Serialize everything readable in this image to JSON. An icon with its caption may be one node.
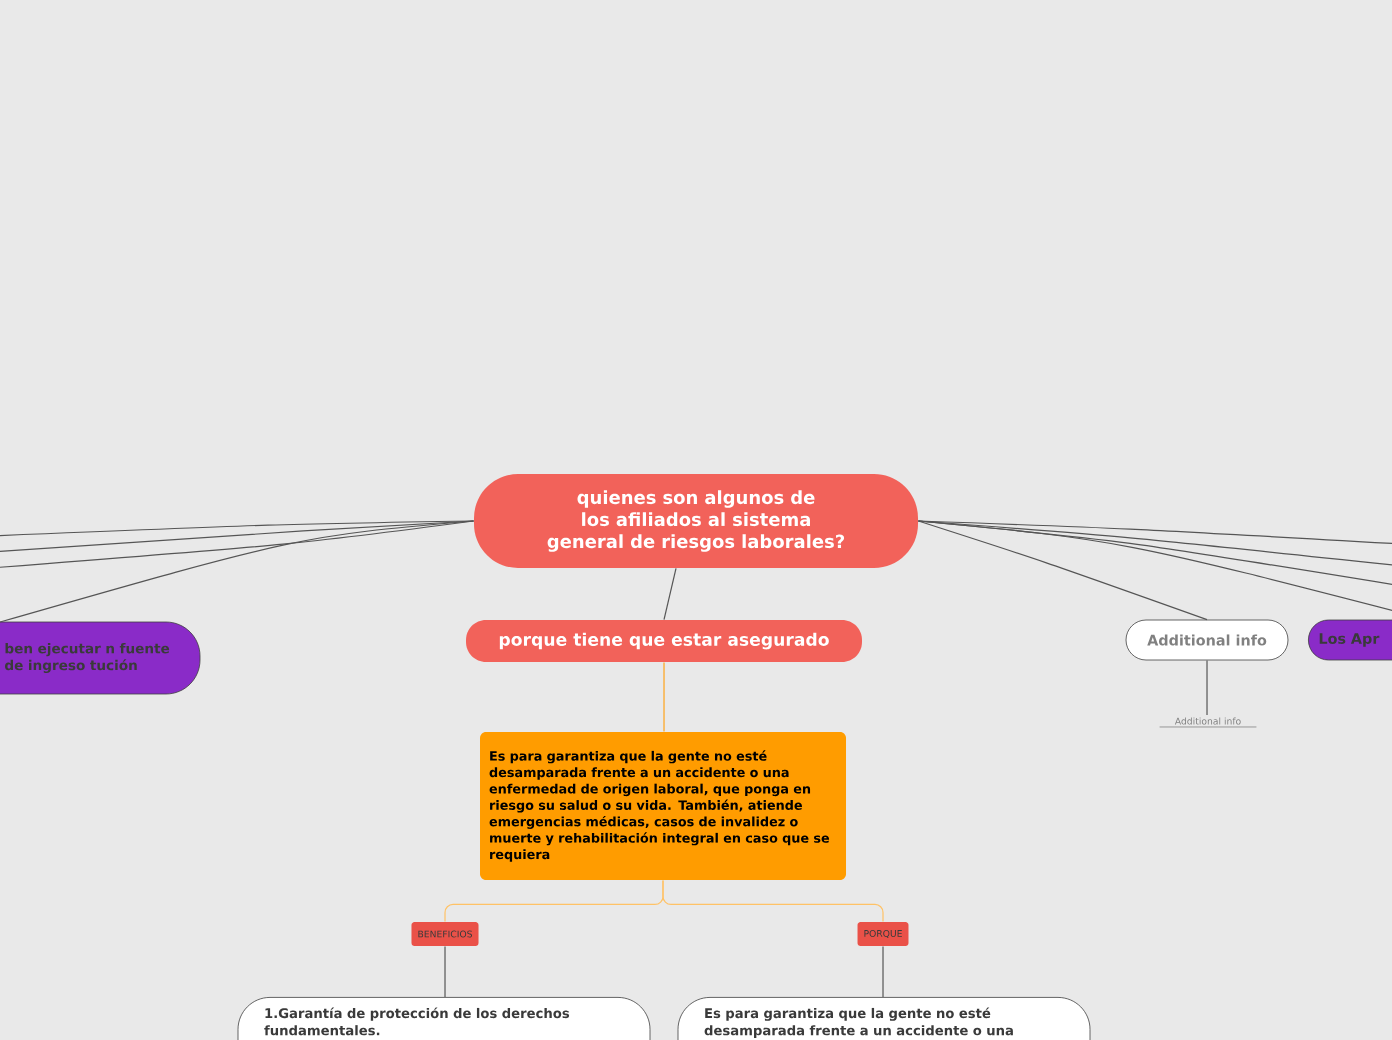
{
  "diagram": {
    "nodes": [
      {
        "text": [
          "quienes son algunos de los afiliados al sistema general de riesgos laborales?"
        ]
      },
      {
        "text": [
          "ben ejecutar n fuente de ingreso tución"
        ]
      },
      {
        "text": [
          "porque tiene que estar asegurado"
        ]
      },
      {
        "text": [
          "Additional info"
        ]
      },
      {
        "text": [
          "Los Apr"
        ]
      },
      {
        "text": [
          "Additional info"
        ]
      },
      {
        "text": [
          "Es para garantiza que la gente no esté desamparada frente a un accidente o una enfermedad de origen laboral, que ponga en riesgo su salud o su vida. También, atiende emergencias médicas, casos de invalidez o muerte y rehabilitación integral en caso que se requiera"
        ]
      },
      {
        "text": [
          "BENEFICIOS"
        ]
      },
      {
        "text": [
          "PORQUE"
        ]
      },
      {
        "text": [
          "1.Garantía de protección de los derechos fundamentales."
        ]
      },
      {
        "text": [
          "Es para garantiza que la gente no esté desamparada frente a un accidente o una"
        ]
      }
    ],
    "edges": [
      {
        "from": 0,
        "to": 1,
        "arrow": "none"
      },
      {
        "from": 0,
        "to": 2,
        "arrow": "none"
      },
      {
        "from": 0,
        "to": 3,
        "arrow": "none"
      },
      {
        "from": 0,
        "to": 4,
        "arrow": "none"
      },
      {
        "from": 3,
        "to": 5,
        "arrow": "none"
      },
      {
        "from": 2,
        "to": 6,
        "arrow": "none",
        "color": "#ffa31a"
      },
      {
        "from": 6,
        "to": 7,
        "arrow": "none",
        "color": "#ffc266"
      },
      {
        "from": 6,
        "to": 8,
        "arrow": "none",
        "color": "#ffc266"
      },
      {
        "from": 7,
        "to": 9,
        "arrow": "none"
      },
      {
        "from": 8,
        "to": 10,
        "arrow": "none"
      },
      {
        "from": 0,
        "to": null,
        "arrow": "none"
      },
      {
        "from": 0,
        "to": null,
        "arrow": "none"
      },
      {
        "from": 0,
        "to": null,
        "arrow": "none"
      },
      {
        "from": 0,
        "to": null,
        "arrow": "none"
      },
      {
        "from": 0,
        "to": null,
        "arrow": "none"
      },
      {
        "from": 0,
        "to": null,
        "arrow": "none"
      }
    ]
  }
}
